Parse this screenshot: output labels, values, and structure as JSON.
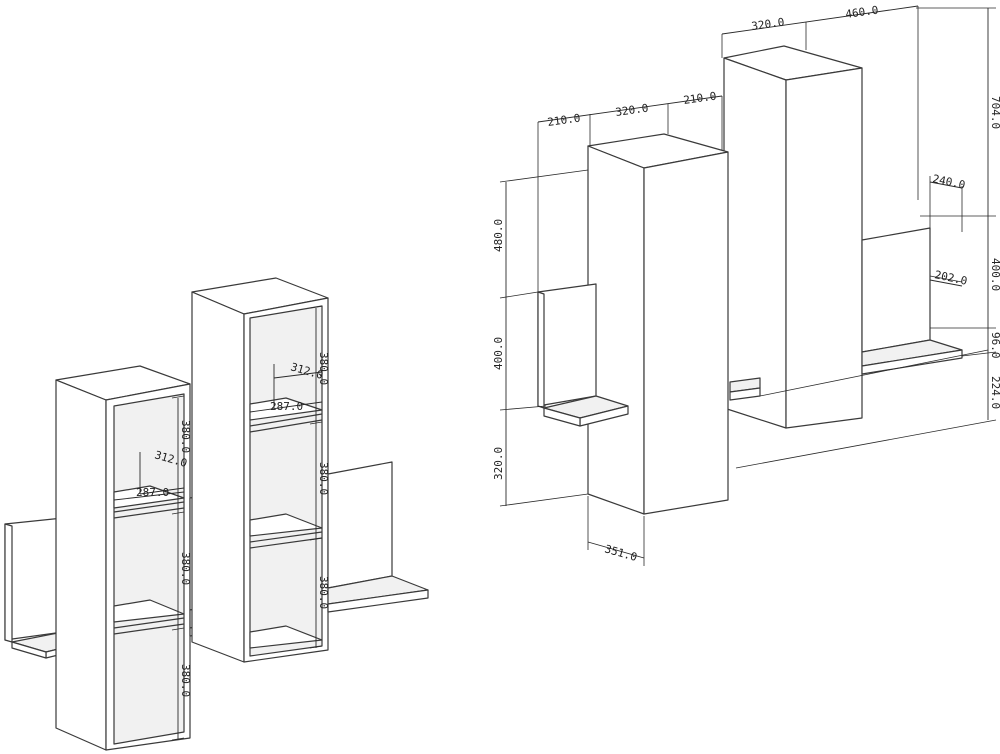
{
  "left_view": {
    "dims": {
      "depth_a": "312.0",
      "width_a": "287.0",
      "height_a1": "380.0",
      "height_a2": "380.0",
      "height_a3": "380.0",
      "depth_b": "312.0",
      "width_b": "287.0",
      "height_b1": "380.0",
      "height_b2": "380.0",
      "height_b3": "380.0"
    }
  },
  "right_view": {
    "dims": {
      "top_w1": "210.0",
      "top_w2": "320.0",
      "top_w3": "210.0",
      "top_w4": "320.0",
      "top_w5": "460.0",
      "h_tall": "704.0",
      "h_480": "480.0",
      "h_400_left": "400.0",
      "h_320": "320.0",
      "h_400_right": "400.0",
      "h_96": "96.0",
      "h_224": "224.0",
      "d_240": "240.0",
      "d_202": "202.0",
      "d_351": "351.0"
    }
  }
}
